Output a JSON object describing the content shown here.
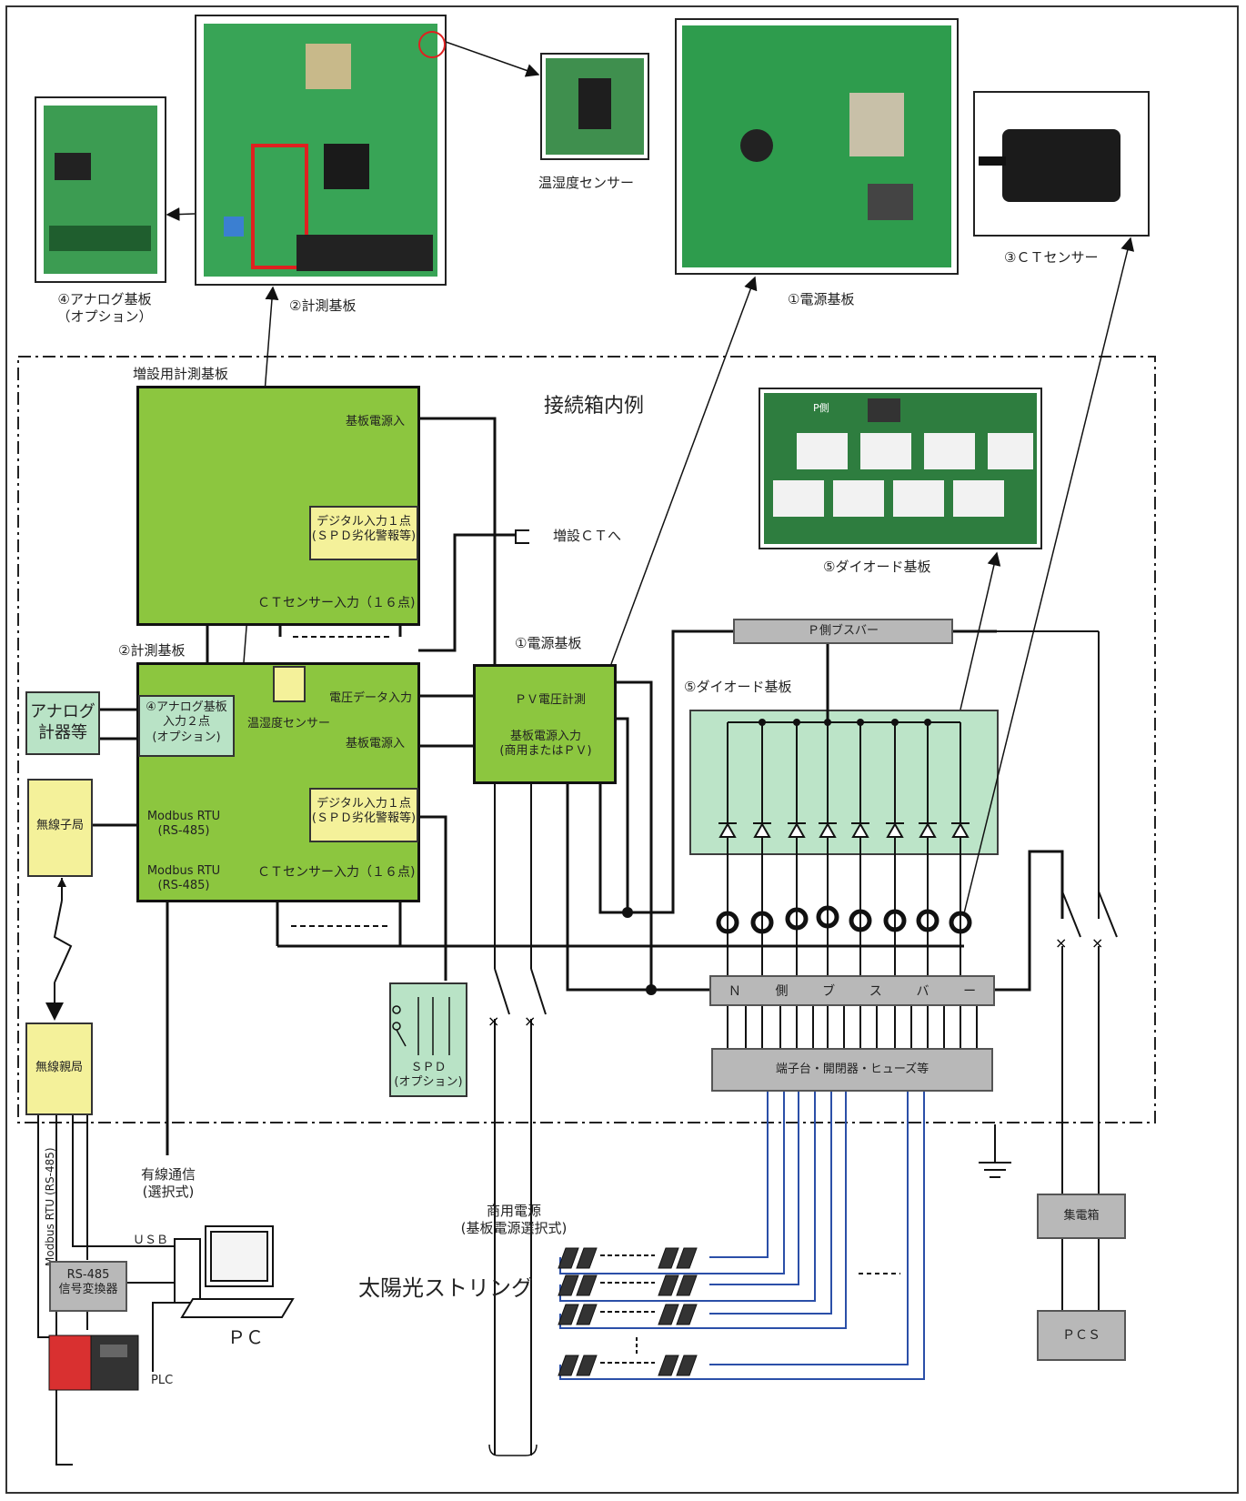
{
  "photos": {
    "analog_board": "④アナログ基板",
    "analog_board_option": "（オプション）",
    "measurement_board": "②計測基板",
    "temp_sensor": "温湿度センサー",
    "power_board": "①電源基板",
    "ct_sensor": "③ＣＴセンサー",
    "diode_board": "⑤ダイオード基板",
    "diode_board_label": "P側"
  },
  "enclosure": {
    "title": "接続箱内例",
    "ext_board_title": "増設用計測基板",
    "ext_power_in": "基板電源入",
    "ext_digital_input": "デジタル入力１点\n(ＳＰＤ劣化警報等)",
    "ext_ct_input": "ＣＴセンサー入力（１６点)",
    "ext_ct_arrow": "増設ＣＴへ",
    "main_board_title": "②計測基板",
    "analog_input": "④アナログ基板\n入力２点\n(オプション)",
    "temp_sensor_label": "温湿度センサー",
    "voltage_data_in": "電圧データ入力",
    "main_power_in": "基板電源入",
    "modbus1": "Modbus RTU\n(RS-485)",
    "modbus2": "Modbus RTU\n(RS-485)",
    "main_digital_input": "デジタル入力１点\n(ＳＰＤ劣化警報等)",
    "main_ct_input": "ＣＴセンサー入力（１６点)",
    "psu_title": "①電源基板",
    "pv_voltage": "ＰＶ電圧計測",
    "psu_power_in": "基板電源入力\n(商用またはＰＶ)",
    "diode_title": "⑤ダイオード基板",
    "p_busbar": "Ｐ側ブスバー",
    "n_busbar": [
      "Ｎ",
      "側",
      "ブ",
      "ス",
      "バ",
      "ー"
    ],
    "terminal": "端子台・開閉器・ヒューズ等",
    "spd": "ＳＰＤ\n(オプション)",
    "analog_meter": "アナログ\n計器等",
    "wireless_child": "無線子局"
  },
  "outside": {
    "wireless_parent": "無線親局",
    "modbus_vertical": "Modbus RTU (RS-485)",
    "wired": "有線通信\n(選択式)",
    "commercial": "商用電源\n(基板電源選択式)",
    "usb": "ＵＳＢ",
    "rs485_conv": "RS-485\n信号変換器",
    "pc": "ＰＣ",
    "plc": "PLC",
    "solar": "太陽光ストリング",
    "collector": "集電箱",
    "pcs": "ＰＣＳ"
  }
}
